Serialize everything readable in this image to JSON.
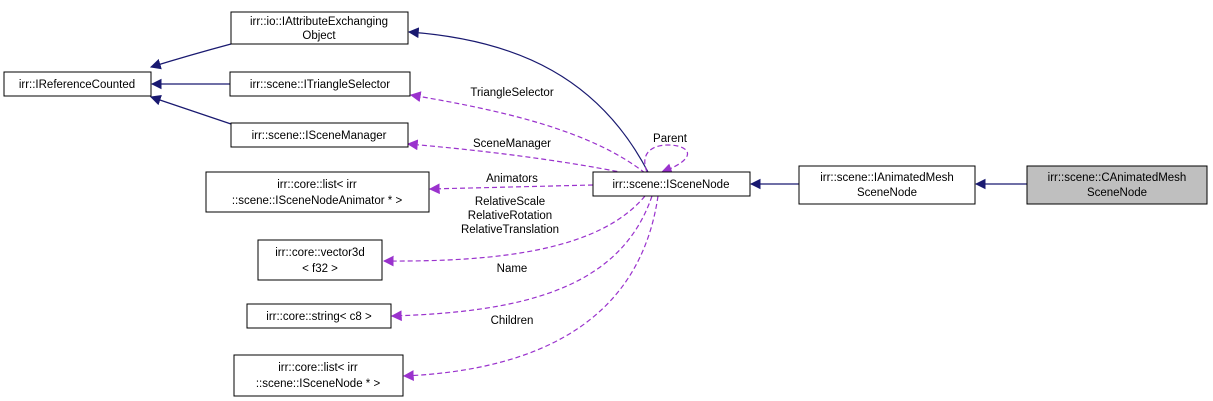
{
  "nodes": {
    "ireferencecounted": [
      "irr::IReferenceCounted"
    ],
    "iattributeexchanging": [
      "irr::io::IAttributeExchanging",
      "Object"
    ],
    "itriangleselector": [
      "irr::scene::ITriangleSelector"
    ],
    "iscenemanager": [
      "irr::scene::ISceneManager"
    ],
    "list_animator": [
      "irr::core::list< irr",
      "::scene::ISceneNodeAnimator * >"
    ],
    "vector3d": [
      "irr::core::vector3d",
      "< f32 >"
    ],
    "string_c8": [
      "irr::core::string< c8 >"
    ],
    "list_scenenode": [
      "irr::core::list< irr",
      "::scene::ISceneNode * >"
    ],
    "iscenenode": [
      "irr::scene::ISceneNode"
    ],
    "ianimatedmesh": [
      "irr::scene::IAnimatedMesh",
      "SceneNode"
    ],
    "canimatedmesh": [
      "irr::scene::CAnimatedMesh",
      "SceneNode"
    ]
  },
  "edge_labels": {
    "triangle_selector": [
      "TriangleSelector"
    ],
    "scene_manager": [
      "SceneManager"
    ],
    "parent": [
      "Parent"
    ],
    "animators": [
      "Animators"
    ],
    "relative": [
      "RelativeScale",
      "RelativeRotation",
      "RelativeTranslation"
    ],
    "name": [
      "Name"
    ],
    "children": [
      "Children"
    ]
  },
  "colors": {
    "inheritance_edge": "#191970",
    "usage_edge": "#9a32cd",
    "highlight_fill": "#bfbfbf"
  }
}
